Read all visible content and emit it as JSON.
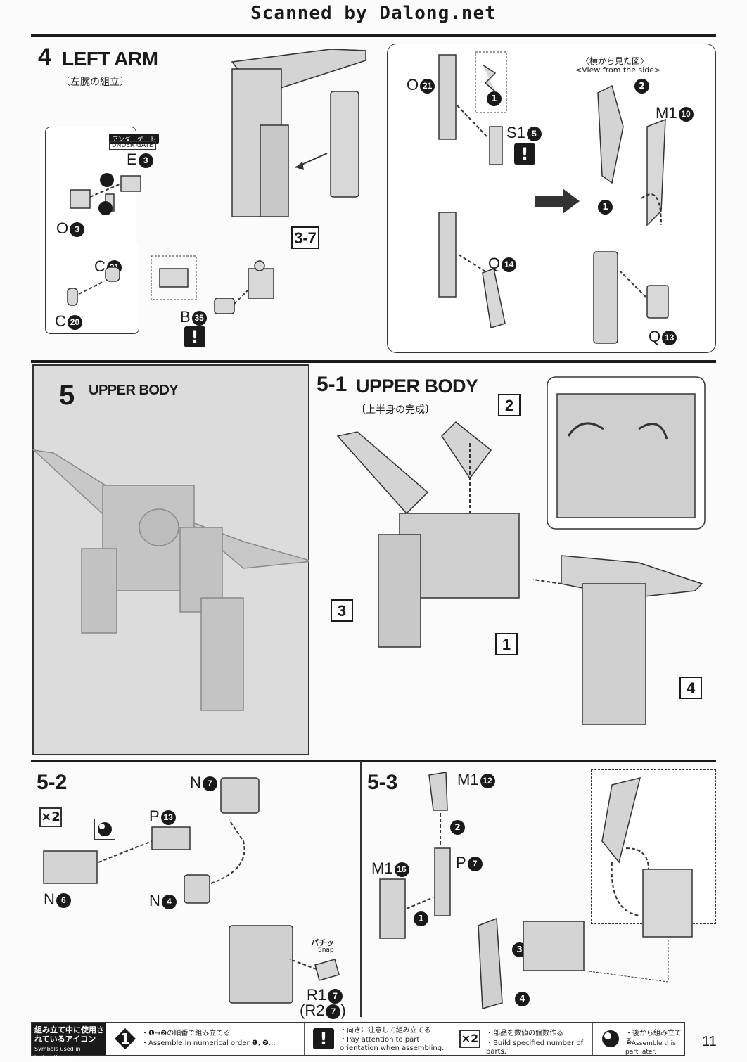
{
  "header": {
    "text": "Scanned by Dalong.net"
  },
  "step4": {
    "number": "4",
    "title": "LEFT ARM",
    "subtitle": "〔左腕の組立〕",
    "under_gate_jp": "アンダーゲート",
    "under_gate_en": "UNDER GATE",
    "ref_box": "3-7",
    "labels": [
      {
        "letter": "E",
        "num": "3"
      },
      {
        "letter": "O",
        "num": "3"
      },
      {
        "letter": "C",
        "num": "21"
      },
      {
        "letter": "C",
        "num": "20"
      },
      {
        "letter": "B",
        "num": "35"
      },
      {
        "letter": "O",
        "num": "21"
      },
      {
        "letter": "S1",
        "num": "5"
      },
      {
        "letter": "Q",
        "num": "14"
      },
      {
        "letter": "M1",
        "num": "10"
      },
      {
        "letter": "Q",
        "num": "13"
      }
    ],
    "side_view_jp": "〈横から見た図〉",
    "side_view_en": "<View from the side>",
    "order": [
      "1",
      "2"
    ]
  },
  "step5": {
    "number": "5",
    "title": "UPPER BODY"
  },
  "step5_1": {
    "number": "5-1",
    "title": "UPPER BODY",
    "subtitle": "〔上半身の完成〕",
    "refs": [
      "1",
      "2",
      "3",
      "4"
    ]
  },
  "step5_2": {
    "number": "5-2",
    "multiplier": "×2",
    "labels": [
      {
        "letter": "N",
        "num": "7"
      },
      {
        "letter": "P",
        "num": "13"
      },
      {
        "letter": "N",
        "num": "6"
      },
      {
        "letter": "N",
        "num": "4"
      },
      {
        "letter": "R1",
        "num": "7"
      },
      {
        "letter": "(R2",
        "num": "7",
        "suffix": ")"
      }
    ],
    "snap_jp": "パチッ",
    "snap_en": "Snap"
  },
  "step5_3": {
    "number": "5-3",
    "labels": [
      {
        "letter": "M1",
        "num": "12"
      },
      {
        "letter": "P",
        "num": "7"
      },
      {
        "letter": "M1",
        "num": "16"
      }
    ],
    "order": [
      "1",
      "2",
      "3",
      "4"
    ]
  },
  "footer": {
    "icons_title_jp": "組み立て中に使用されているアイコン",
    "icons_title_en": "Symbols used in instructions",
    "items": [
      {
        "jp": "・❶→❷の順番で組み立てる",
        "en": "・Assemble in numerical order ❶, ❷..."
      },
      {
        "jp": "・向きに注意して組み立てる",
        "en": "・Pay attention to part orientation when assembling."
      },
      {
        "jp": "・部品を数値の個数作る",
        "en": "・Build specified number of parts."
      },
      {
        "jp": "・後から組み立てる",
        "en": "・Assemble this part later."
      }
    ],
    "icon_multiplier": "×2",
    "icon_order": "1",
    "icon_warn": "!"
  },
  "page_number": "11"
}
